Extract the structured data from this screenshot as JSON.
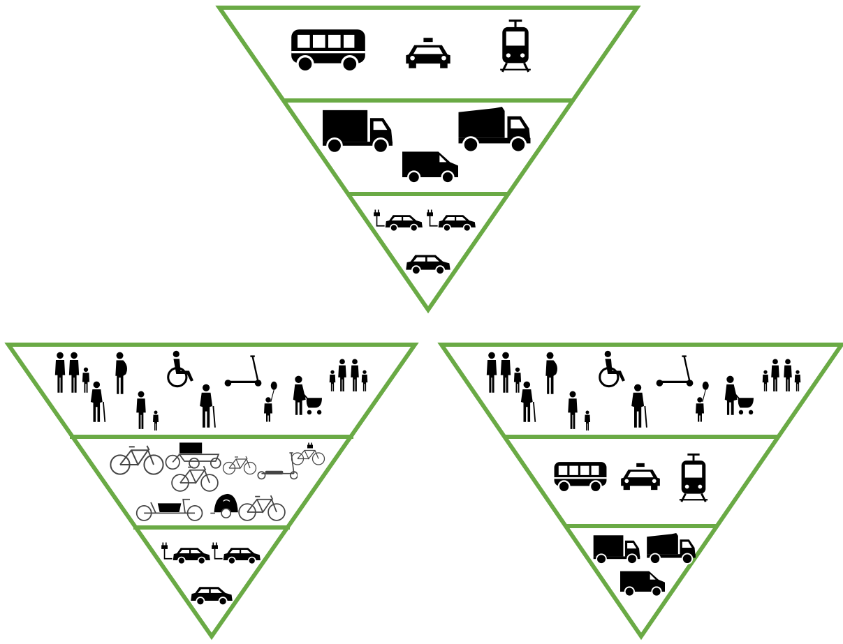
{
  "colors": {
    "frame": "#6aaa45",
    "icon": "#000000",
    "outline_icon": "#444444",
    "background": "#ffffff"
  },
  "pyramids": [
    {
      "name": "top-pyramid",
      "tiers": [
        {
          "name": "public-transport",
          "icons": [
            "bus-icon",
            "taxi-icon",
            "tram-icon"
          ]
        },
        {
          "name": "freight",
          "icons": [
            "box-truck-icon",
            "dump-truck-icon",
            "van-icon"
          ]
        },
        {
          "name": "private-cars",
          "icons": [
            "electric-car-icon",
            "electric-car-icon",
            "car-icon"
          ]
        }
      ]
    },
    {
      "name": "bottom-left-pyramid",
      "tiers": [
        {
          "name": "pedestrians",
          "icons": [
            "couple-with-child-icon",
            "pregnant-woman-icon",
            "wheelchair-user-icon",
            "kick-scooter-icon",
            "family-icon",
            "elderly-woman-icon",
            "parent-with-child-icon",
            "elderly-man-with-cane-icon",
            "child-with-balloon-icon",
            "parent-with-stroller-icon"
          ]
        },
        {
          "name": "cycling",
          "icons": [
            "city-bicycle-icon",
            "cargo-trike-icon",
            "kids-bicycle-icon",
            "electric-bicycle-icon",
            "bicycle-icon",
            "electric-scooter-icon",
            "cargo-bike-icon",
            "bike-trailer-icon",
            "bicycle-icon"
          ]
        },
        {
          "name": "private-cars",
          "icons": [
            "electric-car-icon",
            "electric-car-icon",
            "car-icon"
          ]
        }
      ]
    },
    {
      "name": "bottom-right-pyramid",
      "tiers": [
        {
          "name": "pedestrians",
          "icons": [
            "couple-with-child-icon",
            "pregnant-woman-icon",
            "wheelchair-user-icon",
            "kick-scooter-icon",
            "family-icon",
            "elderly-woman-icon",
            "parent-with-child-icon",
            "elderly-man-with-cane-icon",
            "child-with-balloon-icon",
            "parent-with-stroller-icon"
          ]
        },
        {
          "name": "public-transport",
          "icons": [
            "bus-icon",
            "taxi-icon",
            "tram-icon"
          ]
        },
        {
          "name": "freight",
          "icons": [
            "box-truck-icon",
            "dump-truck-icon",
            "van-icon"
          ]
        }
      ]
    }
  ]
}
